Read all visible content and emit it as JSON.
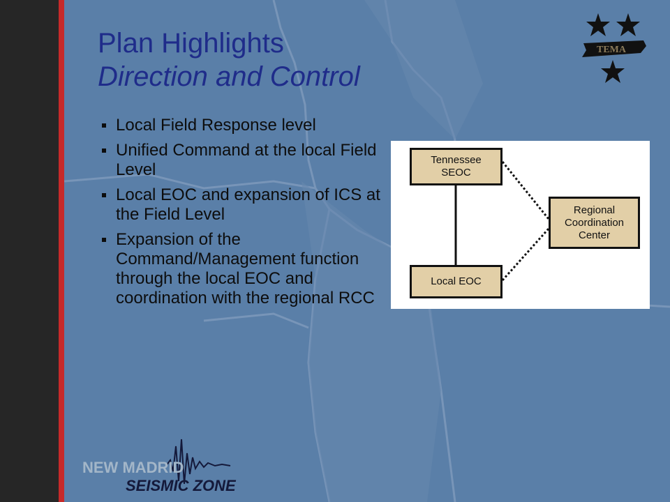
{
  "title": {
    "line1": "Plan Highlights",
    "line2": "Direction and Control"
  },
  "bullets": [
    "Local Field Response level",
    "Unified Command at the local Field Level",
    "Local EOC and expansion of ICS at the Field Level",
    "Expansion of the Command/Management function through the local EOC and coordination with the regional RCC"
  ],
  "diagram": {
    "tennessee_seoc_line1": "Tennessee",
    "tennessee_seoc_line2": "SEOC",
    "local_eoc": "Local EOC",
    "rcc_line1": "Regional",
    "rcc_line2": "Coordination",
    "rcc_line3": "Center"
  },
  "logo": {
    "text": "TEMA"
  },
  "footer": {
    "line1": "NEW MADRID",
    "line2": "SEISMIC ZONE"
  },
  "colors": {
    "background": "#5a7fa8",
    "title": "#1f2c8a",
    "red_stripe": "#c62a2a",
    "box_fill": "#e2cfa7"
  }
}
